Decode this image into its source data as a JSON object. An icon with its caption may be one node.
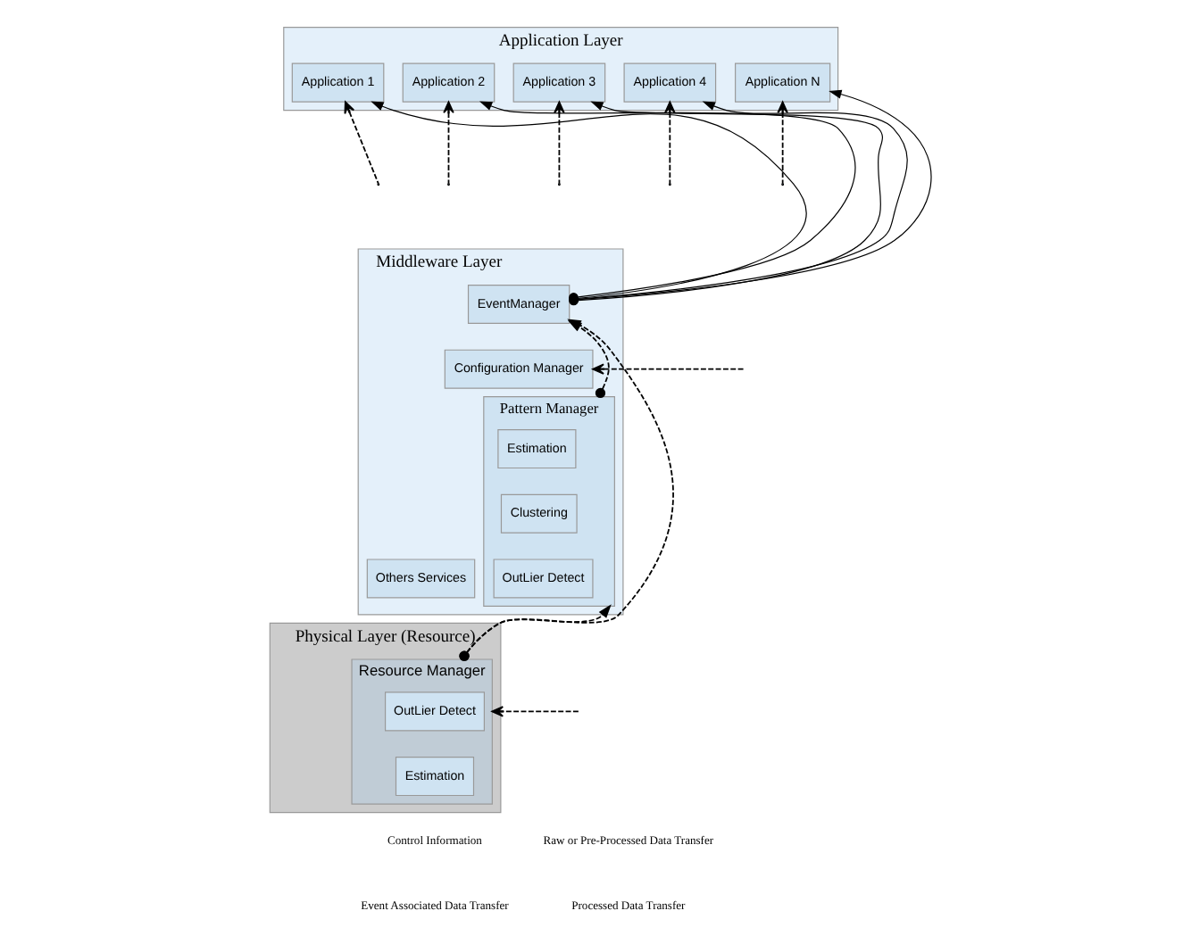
{
  "diagram": {
    "nodes": [
      {
        "text": [
          "Application Layer"
        ]
      },
      {
        "text": [
          "Application 1"
        ],
        "in": 0
      },
      {
        "text": [
          "Application 2"
        ],
        "in": 0
      },
      {
        "text": [
          "Application 3"
        ],
        "in": 0
      },
      {
        "text": [
          "Application 4"
        ],
        "in": 0
      },
      {
        "text": [
          "Application N"
        ],
        "in": 0
      },
      {
        "text": [
          "Middleware Layer"
        ]
      },
      {
        "text": [
          "EventManager"
        ],
        "in": 6
      },
      {
        "text": [
          "Configuration Manager"
        ],
        "in": 6
      },
      {
        "text": [
          "Pattern Manager"
        ],
        "in": 6
      },
      {
        "text": [
          "Estimation"
        ],
        "in": 9
      },
      {
        "text": [
          "Clustering"
        ],
        "in": 9
      },
      {
        "text": [
          "OutLier Detect"
        ],
        "in": 9
      },
      {
        "text": [
          "Others Services"
        ],
        "in": 6
      },
      {
        "text": [
          "Physical Layer (Resource)"
        ]
      },
      {
        "text": [
          "Resource Manager"
        ],
        "in": 14
      },
      {
        "text": [
          "OutLier Detect"
        ],
        "in": 15
      },
      {
        "text": [
          "Estimation"
        ],
        "in": 15
      }
    ],
    "edges": [
      {
        "from": 7,
        "to": 1,
        "arrow": "to"
      },
      {
        "from": 7,
        "to": 2,
        "arrow": "to"
      },
      {
        "from": 7,
        "to": 3,
        "arrow": "to"
      },
      {
        "from": 7,
        "to": 4,
        "arrow": "to"
      },
      {
        "from": 7,
        "to": 5,
        "arrow": "to"
      },
      {
        "from": 15,
        "to": 7,
        "arrow": "to",
        "style": "dashed"
      },
      {
        "from": 15,
        "to": 9,
        "arrow": "to",
        "style": "dashed"
      },
      {
        "from": 9,
        "to": 7,
        "arrow": "to",
        "style": "dashed"
      },
      {
        "from": null,
        "to": 1,
        "arrow": "to",
        "style": "dashed"
      },
      {
        "from": null,
        "to": 2,
        "arrow": "to",
        "style": "dashed"
      },
      {
        "from": null,
        "to": 3,
        "arrow": "to",
        "style": "dashed"
      },
      {
        "from": null,
        "to": 4,
        "arrow": "to",
        "style": "dashed"
      },
      {
        "from": null,
        "to": 5,
        "arrow": "to",
        "style": "dashed"
      },
      {
        "from": null,
        "to": 8,
        "arrow": "to",
        "style": "dashed"
      },
      {
        "from": null,
        "to": 15,
        "arrow": "to",
        "style": "dashed"
      }
    ],
    "legend": [
      {
        "text": "Control Information"
      },
      {
        "text": "Raw or Pre-Processed Data Transfer"
      },
      {
        "text": "Event Associated Data Transfer"
      },
      {
        "text": "Processed Data Transfer"
      }
    ]
  }
}
